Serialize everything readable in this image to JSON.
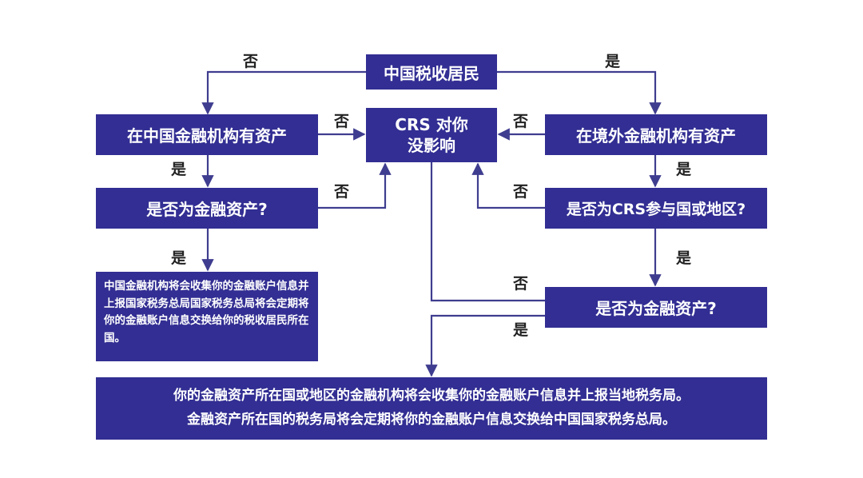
{
  "colors": {
    "box": "#322e93",
    "arrow": "#3f3d8f",
    "text": "#222222",
    "background": "#ffffff"
  },
  "nodes": {
    "tax_resident": "中国税收居民",
    "crs_line1": "CRS 对你",
    "crs_line2": "没影响",
    "china_assets": "在中国金融机构有资产",
    "overseas_assets": "在境外金融机构有资产",
    "left_financial_q": "是否为金融资产?",
    "crs_country_q": "是否为CRS参与国或地区?",
    "right_financial_q": "是否为金融资产?",
    "china_result": "中国金融机构将会收集你的金融账户信息并上报国家税务总局国家税务总局将会定期将你的金融账户信息交换给你的税收居民所在国。",
    "final_line1": "你的金融资产所在国或地区的金融机构将会收集你的金融账户信息并上报当地税务局。",
    "final_line2": "金融资产所在国的税务局将会定期将你的金融账户信息交换给中国国家税务总局。"
  },
  "labels": {
    "no_top": "否",
    "yes_top": "是",
    "no_china_assets": "否",
    "no_overseas_assets": "否",
    "yes_china_assets": "是",
    "yes_overseas_assets": "是",
    "no_left_financial": "否",
    "no_crs_country": "否",
    "yes_left_financial": "是",
    "yes_crs_country": "是",
    "no_right_financial": "否",
    "yes_right_financial": "是"
  }
}
